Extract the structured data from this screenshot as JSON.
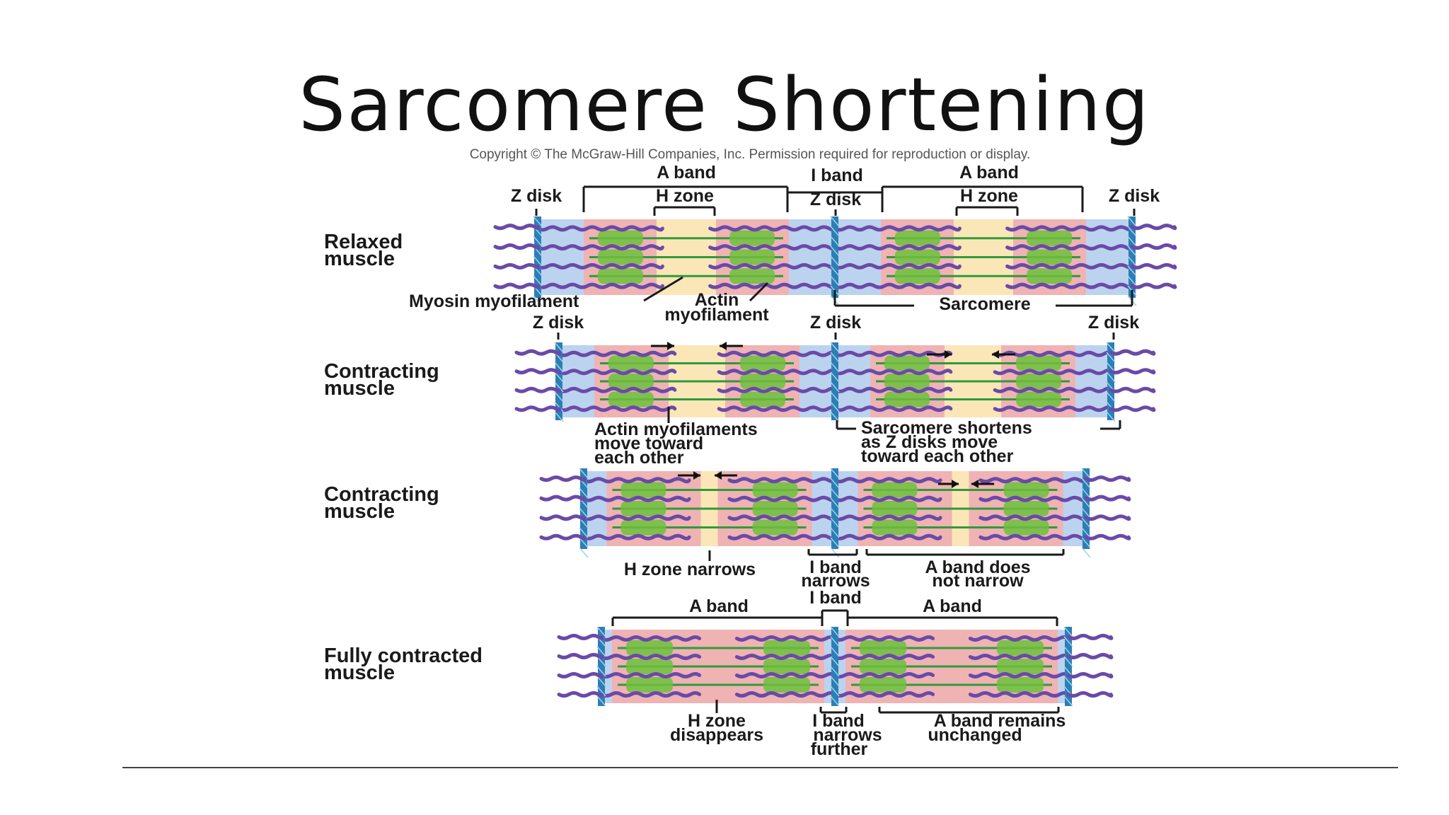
{
  "title": "Sarcomere Shortening",
  "copyright": "Copyright © The McGraw-Hill Companies, Inc. Permission required for reproduction or display.",
  "colors": {
    "i_band": "#bcd3ef",
    "a_band": "#efb3b3",
    "h_zone": "#fbe6b7",
    "z_disk": "#2c7fb4",
    "myosin": "#2f9a3b",
    "myosin_heads": "#6cbf3c",
    "actin": "#6a4aa8"
  },
  "rows": [
    {
      "label": [
        "Relaxed",
        "muscle"
      ],
      "labels": {
        "a_band_left": "A band",
        "i_band": "I band",
        "a_band_right": "A band",
        "h_zone_left": "H zone",
        "h_zone_right": "H zone",
        "z_disk_left": "Z disk",
        "z_disk_mid": "Z disk",
        "z_disk_right": "Z disk",
        "myosin": "Myosin myofilament",
        "actin": [
          "Actin",
          "myofilament"
        ],
        "sarcomere": "Sarcomere"
      }
    },
    {
      "label": [
        "Contracting",
        "muscle"
      ],
      "labels": {
        "z_disk_left": "Z disk",
        "z_disk_mid": "Z disk",
        "z_disk_right": "Z disk",
        "actin_move": [
          "Actin myofilaments",
          "move toward",
          "each other"
        ],
        "sarcomere_shortens": [
          "Sarcomere shortens",
          "as Z disks move",
          "toward each other"
        ]
      }
    },
    {
      "label": [
        "Contracting",
        "muscle"
      ],
      "labels": {
        "h_zone_narrows": "H zone narrows",
        "i_band_narrows": [
          "I band",
          "narrows"
        ],
        "a_band_not": [
          "A band does",
          "not narrow"
        ]
      }
    },
    {
      "label": [
        "Fully contracted",
        "muscle"
      ],
      "labels": {
        "a_band_left": "A band",
        "i_band": "I band",
        "a_band_right": "A band",
        "h_zone_disappears": [
          "H zone",
          "disappears"
        ],
        "i_band_further": [
          "I band",
          "narrows",
          "further"
        ],
        "a_band_unchanged": [
          "A band remains",
          "unchanged"
        ]
      }
    }
  ]
}
